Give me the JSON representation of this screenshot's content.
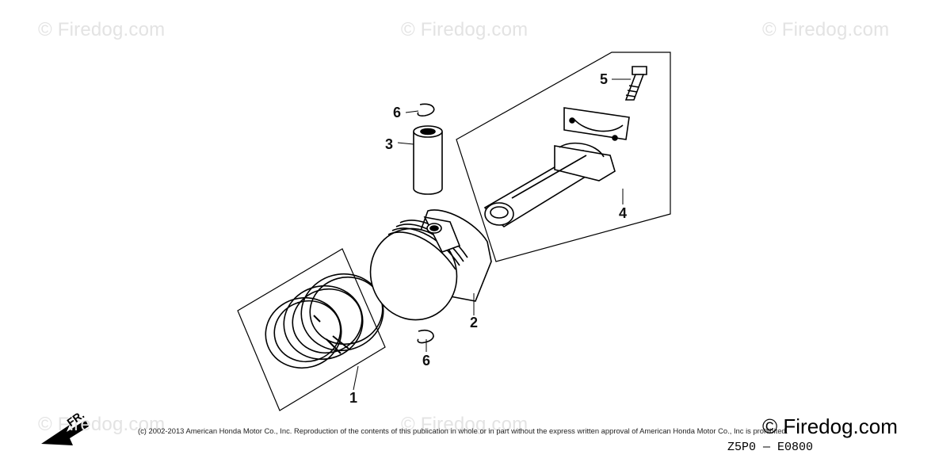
{
  "watermarks": {
    "top_left": "© Firedog.com",
    "top_center": "© Firedog.com",
    "top_right": "© Firedog.com",
    "bottom_left": "© Firedog.com",
    "bottom_center": "© Firedog.com"
  },
  "callouts": {
    "piston_rings": "1",
    "piston": "2",
    "piston_pin": "3",
    "connecting_rod": "4",
    "rod_bolt": "5",
    "pin_clip_top": "6",
    "pin_clip_bottom": "6"
  },
  "orientation_label": "FR.",
  "copyright": "(c) 2002-2013 American Honda Motor Co., Inc. Reproduction of the contents of this publication in whole or in part without the express written approval of American Honda Motor Co., Inc is prohibited.",
  "brand": "© Firedog.com",
  "diagram_code": "Z5P0 — E0800"
}
